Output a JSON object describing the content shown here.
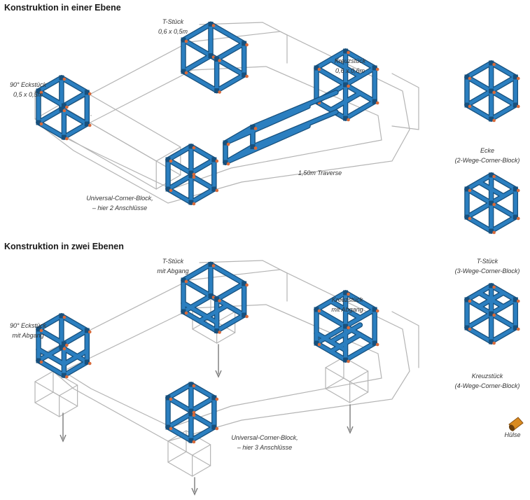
{
  "sections": [
    {
      "heading": "Konstruktion in einer Ebene"
    },
    {
      "heading": "Konstruktion in zwei Ebenen"
    }
  ],
  "labels": {
    "t_stueck_1": [
      "T-Stück",
      "0,6 x 0,5m"
    ],
    "kreuzstueck_1": [
      "Kreuzstück",
      "0,6 x 0,6m"
    ],
    "eckstueck_1": [
      "90° Eckstück",
      "0,5 x 0,5m"
    ],
    "traverse": [
      "1,50m Traverse"
    ],
    "universal_1": [
      "Universal-Corner-Block,",
      "– hier 2 Anschlüsse"
    ],
    "t_stueck_2": [
      "T-Stück",
      "mit Abgang"
    ],
    "kreuzstueck_2": [
      "Kreuzstück",
      "mit Abgang"
    ],
    "eckstueck_2": [
      "90° Eckstück",
      "mit Abgang"
    ],
    "universal_2": [
      "Universal-Corner-Block,",
      "– hier 3 Anschlüsse"
    ]
  },
  "legend": [
    {
      "name": "Ecke",
      "detail": "(2-Wege-Corner-Block)"
    },
    {
      "name": "T-Stück",
      "detail": "(3-Wege-Corner-Block)"
    },
    {
      "name": "Kreuzstück",
      "detail": "(4-Wege-Corner-Block)"
    },
    {
      "name": "Hülse"
    }
  ],
  "colors": {
    "truss": "#2b7fc0",
    "truss_dark": "#17507d",
    "outline": "#b4b4b4",
    "connector": "#d86a3a",
    "connector_cap": "#e9cfa8",
    "arrow": "#7a7a7a",
    "sleeve": "#d98a1f"
  }
}
